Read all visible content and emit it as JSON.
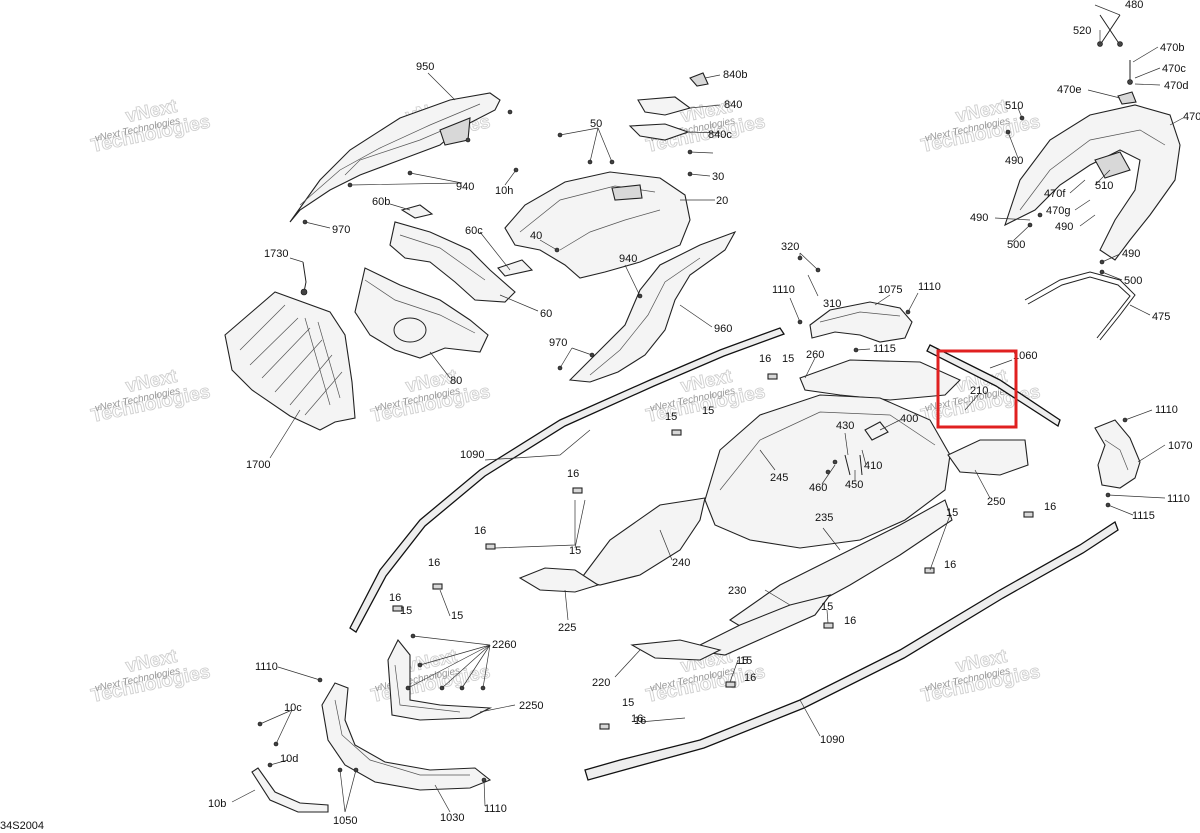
{
  "diagram": {
    "watermark": {
      "line1": "vNext Technologies",
      "line2": "vNext",
      "line3": "Technologies"
    },
    "footer_code": "34S2004",
    "highlight_color": "#e02020",
    "labels": [
      "950",
      "940",
      "970",
      "60b",
      "60c",
      "60",
      "80",
      "1730",
      "1700",
      "50",
      "10h",
      "40",
      "20",
      "30",
      "840b",
      "840",
      "840c",
      "940",
      "960",
      "970",
      "320",
      "310",
      "1110",
      "1075",
      "1110",
      "1115",
      "260",
      "16",
      "15",
      "1060",
      "210",
      "400",
      "430",
      "410",
      "460",
      "450",
      "245",
      "250",
      "1090",
      "16",
      "15",
      "16",
      "15",
      "16",
      "15",
      "16",
      "15",
      "240",
      "225",
      "235",
      "230",
      "220",
      "16",
      "15",
      "15",
      "16",
      "16",
      "15",
      "1090",
      "2260",
      "2250",
      "1110",
      "10c",
      "10d",
      "10b",
      "1050",
      "1030",
      "1110",
      "16",
      "15",
      "16",
      "15",
      "16",
      "480",
      "520",
      "470b",
      "470c",
      "470d",
      "470e",
      "510",
      "490",
      "470",
      "470f",
      "510",
      "470g",
      "490",
      "490",
      "500",
      "490",
      "500",
      "475",
      "1110",
      "1070",
      "1110",
      "1115",
      "15"
    ]
  }
}
